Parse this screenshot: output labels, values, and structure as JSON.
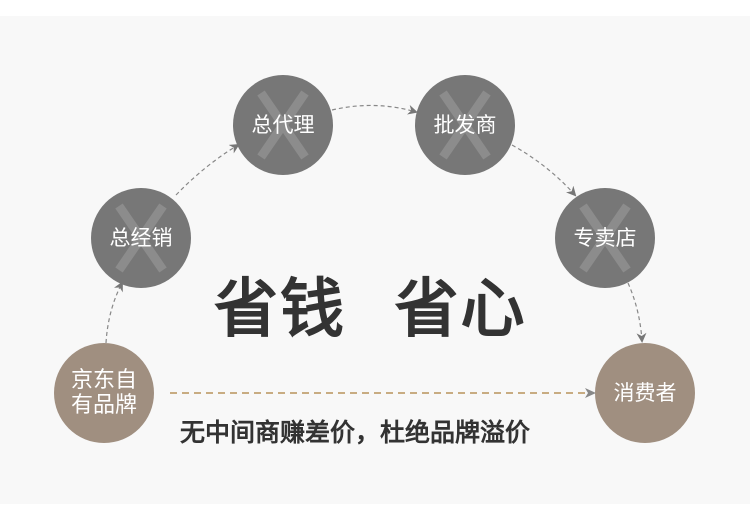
{
  "nodes": {
    "brand": "京东自有品牌",
    "general_distributor": "总经销",
    "general_agent": "总代理",
    "wholesaler": "批发商",
    "store": "专卖店",
    "consumer": "消费者"
  },
  "cross_mark": "X",
  "slogan": "省钱  省心",
  "subtitle": "无中间商赚差价，杜绝品牌溢价",
  "colors": {
    "gray_node": "#777777",
    "brown_node": "#a08f80",
    "dashed_line": "#b8935a",
    "background": "#f8f8f8"
  }
}
